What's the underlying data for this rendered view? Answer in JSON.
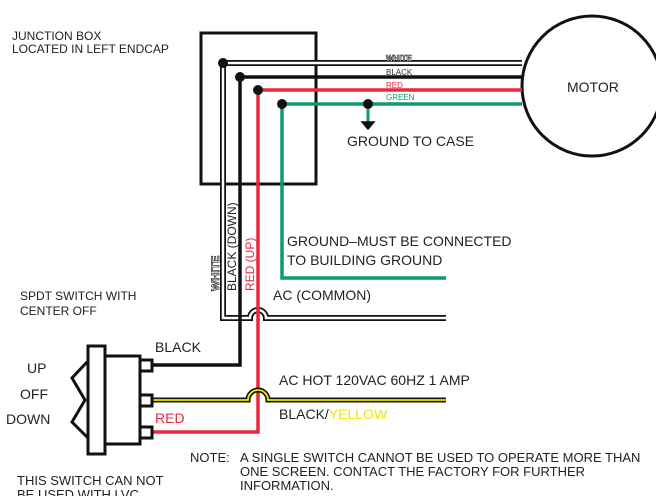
{
  "labels": {
    "junction_box": [
      "JUNCTION BOX",
      "LOCATED IN LEFT ENDCAP"
    ],
    "motor": "MOTOR",
    "ground_to_case": "GROUND TO CASE",
    "ground_building": [
      "GROUND–MUST BE CONNECTED",
      "TO BUILDING GROUND"
    ],
    "ac_common": "AC (COMMON)",
    "switch_type": [
      "SPDT SWITCH WITH",
      "CENTER OFF"
    ],
    "switch_positions": [
      "UP",
      "OFF",
      "DOWN"
    ],
    "ac_hot": "AC HOT 120VAC 60HZ 1 AMP",
    "black_yellow_black": "BLACK/",
    "black_yellow_yellow": "YELLOW",
    "switch_black": "BLACK",
    "switch_red": "RED",
    "vertical_white": "WHITE",
    "vertical_black": "BLACK (DOWN)",
    "vertical_red": "RED (UP)",
    "note_label": "NOTE:",
    "note": [
      "A SINGLE SWITCH CANNOT BE USED TO OPERATE MORE THAN",
      "ONE SCREEN. CONTACT THE FACTORY FOR FURTHER",
      "INFORMATION."
    ],
    "switch_warning": [
      "THIS SWITCH CAN NOT",
      "BE USED WITH LVC"
    ]
  },
  "motor_wires": [
    "WHITE",
    "BLACK",
    "RED",
    "GREEN"
  ],
  "colors": {
    "red": "#e8293c",
    "green": "#0f9a6e",
    "black": "#111111",
    "yellow": "#f2e600"
  }
}
